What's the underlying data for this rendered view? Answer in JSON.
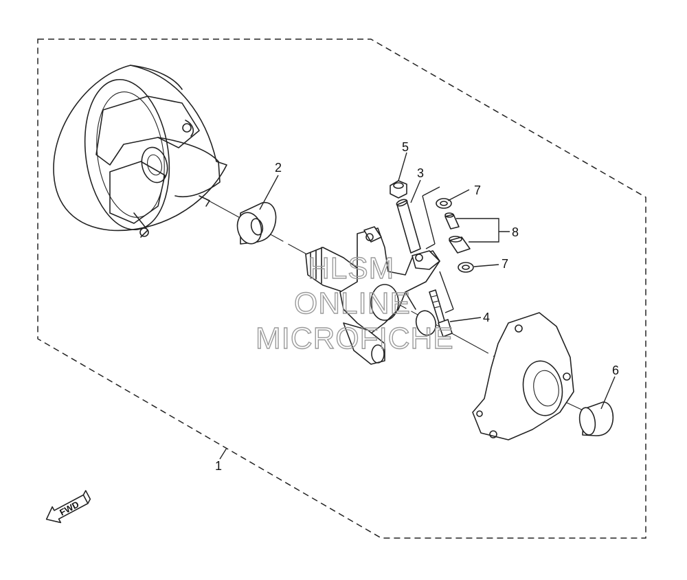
{
  "callouts": [
    {
      "id": "1",
      "label": "1"
    },
    {
      "id": "2",
      "label": "2"
    },
    {
      "id": "3",
      "label": "3"
    },
    {
      "id": "4",
      "label": "4"
    },
    {
      "id": "5",
      "label": "5"
    },
    {
      "id": "6",
      "label": "6"
    },
    {
      "id": "7a",
      "label": "7"
    },
    {
      "id": "7b",
      "label": "7"
    },
    {
      "id": "8",
      "label": "8"
    }
  ],
  "direction_arrow": {
    "label": "FWD",
    "icon": "fwd-arrow-icon"
  },
  "watermark": {
    "line1": "HLSM",
    "line2": "ONLINE",
    "line3": "MICROFICHE"
  },
  "colors": {
    "ink": "#222222",
    "watermark": "#9a9a9a",
    "background": "#ffffff"
  }
}
